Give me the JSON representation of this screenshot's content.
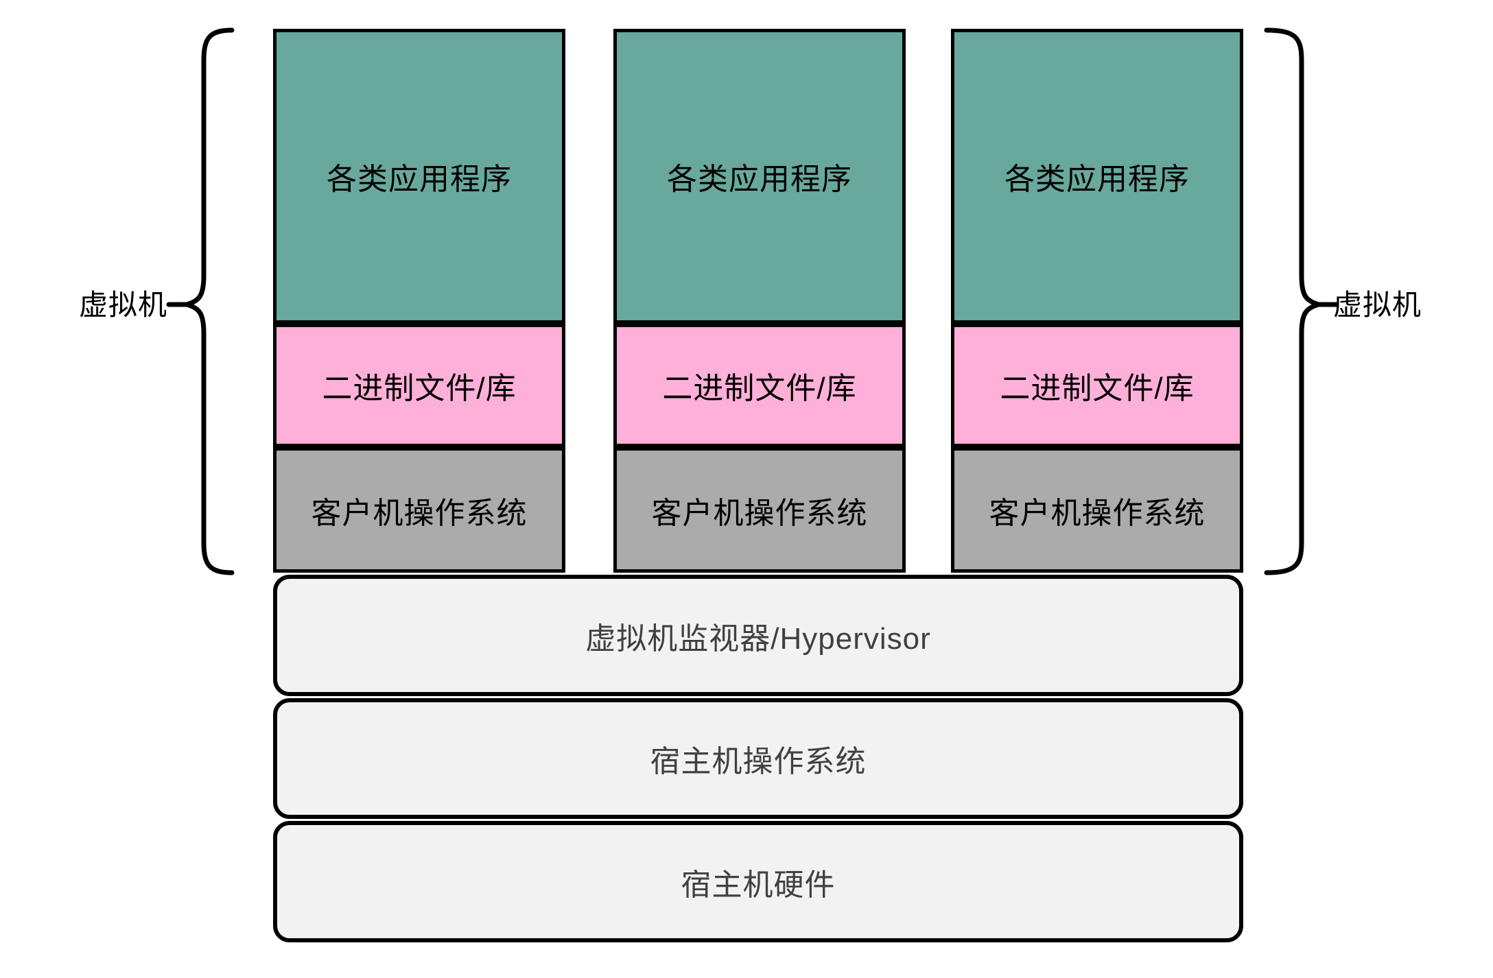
{
  "diagram": {
    "title_semantic": "VM virtualization stack diagram",
    "colors": {
      "page_bg": "#ffffff",
      "line": "#000000",
      "app_fill": "#68A89D",
      "bins_fill": "#FFB0D8",
      "guest_fill": "#ABABAB",
      "host_fill": "#F2F2F2"
    },
    "vm_brace_label_left": "虚拟机",
    "vm_brace_label_right": "虚拟机",
    "vm_columns": [
      {
        "layers": {
          "apps": "各类应用程序",
          "binaries": "二进制文件/库",
          "guest_os": "客户机操作系统"
        }
      },
      {
        "layers": {
          "apps": "各类应用程序",
          "binaries": "二进制文件/库",
          "guest_os": "客户机操作系统"
        }
      },
      {
        "layers": {
          "apps": "各类应用程序",
          "binaries": "二进制文件/库",
          "guest_os": "客户机操作系统"
        }
      }
    ],
    "host_layers": {
      "hypervisor": "虚拟机监视器/Hypervisor",
      "host_os": "宿主机操作系统",
      "host_hardware": "宿主机硬件"
    }
  }
}
